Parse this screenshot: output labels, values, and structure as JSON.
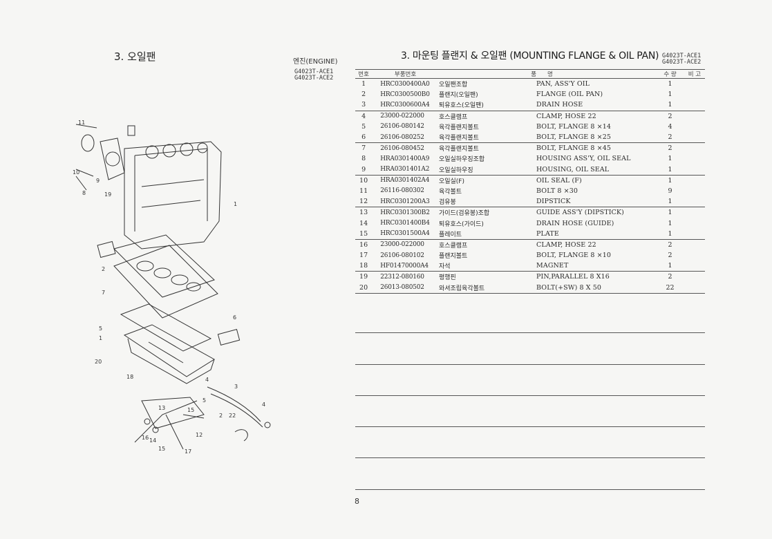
{
  "left_header": {
    "title": "3. 오일팬",
    "section": "엔진(ENGINE)",
    "models": [
      "G4023T-ACE1",
      "G4023T-ACE2"
    ]
  },
  "right_header": {
    "title": "3. 마운팅 플랜지 & 오일팬 (MOUNTING FLANGE & OIL PAN)",
    "models": [
      "G4023T-ACE1",
      "G4023T-ACE2"
    ]
  },
  "table": {
    "headers": {
      "no": "번호",
      "code": "부품번호",
      "name1": "품",
      "name2": "명",
      "qty": "수  량",
      "remark": "비  고"
    },
    "rows": [
      {
        "no": "1",
        "code": "HRC0300400A0",
        "kor": "오일팬조합",
        "eng": "PAN, ASS'Y OIL",
        "qty": "1"
      },
      {
        "no": "2",
        "code": "HRC0300500B0",
        "kor": "플랜지(오일팬)",
        "eng": "FLANGE (OIL PAN)",
        "qty": "1"
      },
      {
        "no": "3",
        "code": "HRC0300600A4",
        "kor": "퇴유호스(오일팬)",
        "eng": "DRAIN HOSE",
        "qty": "1"
      },
      {
        "no": "4",
        "code": "23000-022000",
        "kor": "호스클램프",
        "eng": "CLAMP, HOSE 22",
        "qty": "2"
      },
      {
        "no": "5",
        "code": "26106-080142",
        "kor": "육각플랜지볼트",
        "eng": "BOLT, FLANGE 8 ×14",
        "qty": "4"
      },
      {
        "no": "6",
        "code": "26106-080252",
        "kor": "육각플랜지볼트",
        "eng": "BOLT, FLANGE 8 ×25",
        "qty": "2"
      },
      {
        "no": "7",
        "code": "26106-080452",
        "kor": "육각플랜지볼트",
        "eng": "BOLT, FLANGE 8 ×45",
        "qty": "2"
      },
      {
        "no": "8",
        "code": "HRA0301400A9",
        "kor": "오일실하우징조합",
        "eng": "HOUSING ASS'Y, OIL SEAL",
        "qty": "1"
      },
      {
        "no": "9",
        "code": "HRA0301401A2",
        "kor": "오일실하우징",
        "eng": "HOUSING, OIL SEAL",
        "qty": "1"
      },
      {
        "no": "10",
        "code": "HRA0301402A4",
        "kor": "오일실(F)",
        "eng": "OIL SEAL (F)",
        "qty": "1"
      },
      {
        "no": "11",
        "code": "26116-080302",
        "kor": "육각볼트",
        "eng": "BOLT 8 ×30",
        "qty": "9"
      },
      {
        "no": "12",
        "code": "HRC0301200A3",
        "kor": "검유봉",
        "eng": "DIPSTICK",
        "qty": "1"
      },
      {
        "no": "13",
        "code": "HRC0301300B2",
        "kor": "가이드(검유봉)조합",
        "eng": "GUIDE ASS'Y (DIPSTICK)",
        "qty": "1"
      },
      {
        "no": "14",
        "code": "HRC0301400B4",
        "kor": "퇴유호스(가이드)",
        "eng": "DRAIN HOSE (GUIDE)",
        "qty": "1"
      },
      {
        "no": "15",
        "code": "HRC0301500A4",
        "kor": "플레이트",
        "eng": "PLATE",
        "qty": "1"
      },
      {
        "no": "16",
        "code": "23000-022000",
        "kor": "호스클램프",
        "eng": "CLAMP, HOSE 22",
        "qty": "2"
      },
      {
        "no": "17",
        "code": "26106-080102",
        "kor": "플랜지볼트",
        "eng": "BOLT, FLANGE 8 ×10",
        "qty": "2"
      },
      {
        "no": "18",
        "code": "HF01470000A4",
        "kor": "자석",
        "eng": "MAGNET",
        "qty": "1"
      },
      {
        "no": "19",
        "code": "22312-080160",
        "kor": "평행핀",
        "eng": "PIN,PARALLEL 8 X16",
        "qty": "2"
      },
      {
        "no": "20",
        "code": "26013-080502",
        "kor": "와셔조립육각볼트",
        "eng": "BOLT(+SW) 8 X 50",
        "qty": "22"
      }
    ]
  },
  "diagram": {
    "callouts": [
      "11",
      "10",
      "9",
      "8",
      "19",
      "1",
      "2",
      "7",
      "6",
      "5",
      "1",
      "20",
      "18",
      "4",
      "5",
      "3",
      "13",
      "15",
      "2",
      "22",
      "4",
      "12",
      "16",
      "14",
      "15",
      "17"
    ]
  },
  "page_number": "8"
}
